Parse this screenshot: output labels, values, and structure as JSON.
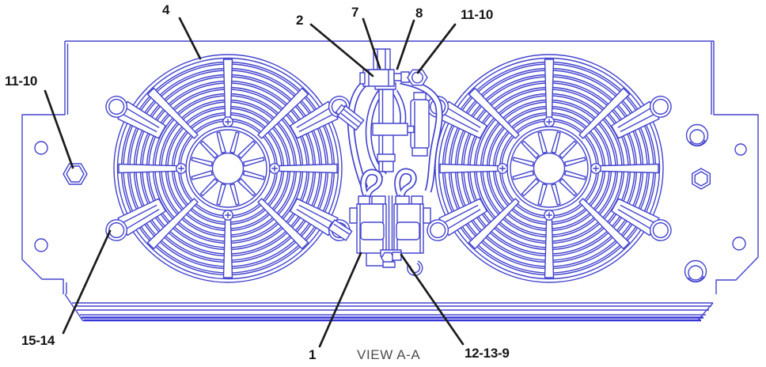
{
  "figure": {
    "view_label": "VIEW A-A"
  },
  "colors": {
    "line": "#4343ce",
    "line_heavy": "#3636d8",
    "leader": "#1c1c1c",
    "label_text": "#161616",
    "view_label_text": "#4d4d4d",
    "background": "#ffffff"
  },
  "callouts": {
    "c4": "4",
    "c2": "2",
    "c7": "7",
    "c8": "8",
    "c11_10_top": "11-10",
    "c11_10_left": "11-10",
    "c15_14": "15-14",
    "c1": "1",
    "c12_13_9": "12-13-9"
  }
}
